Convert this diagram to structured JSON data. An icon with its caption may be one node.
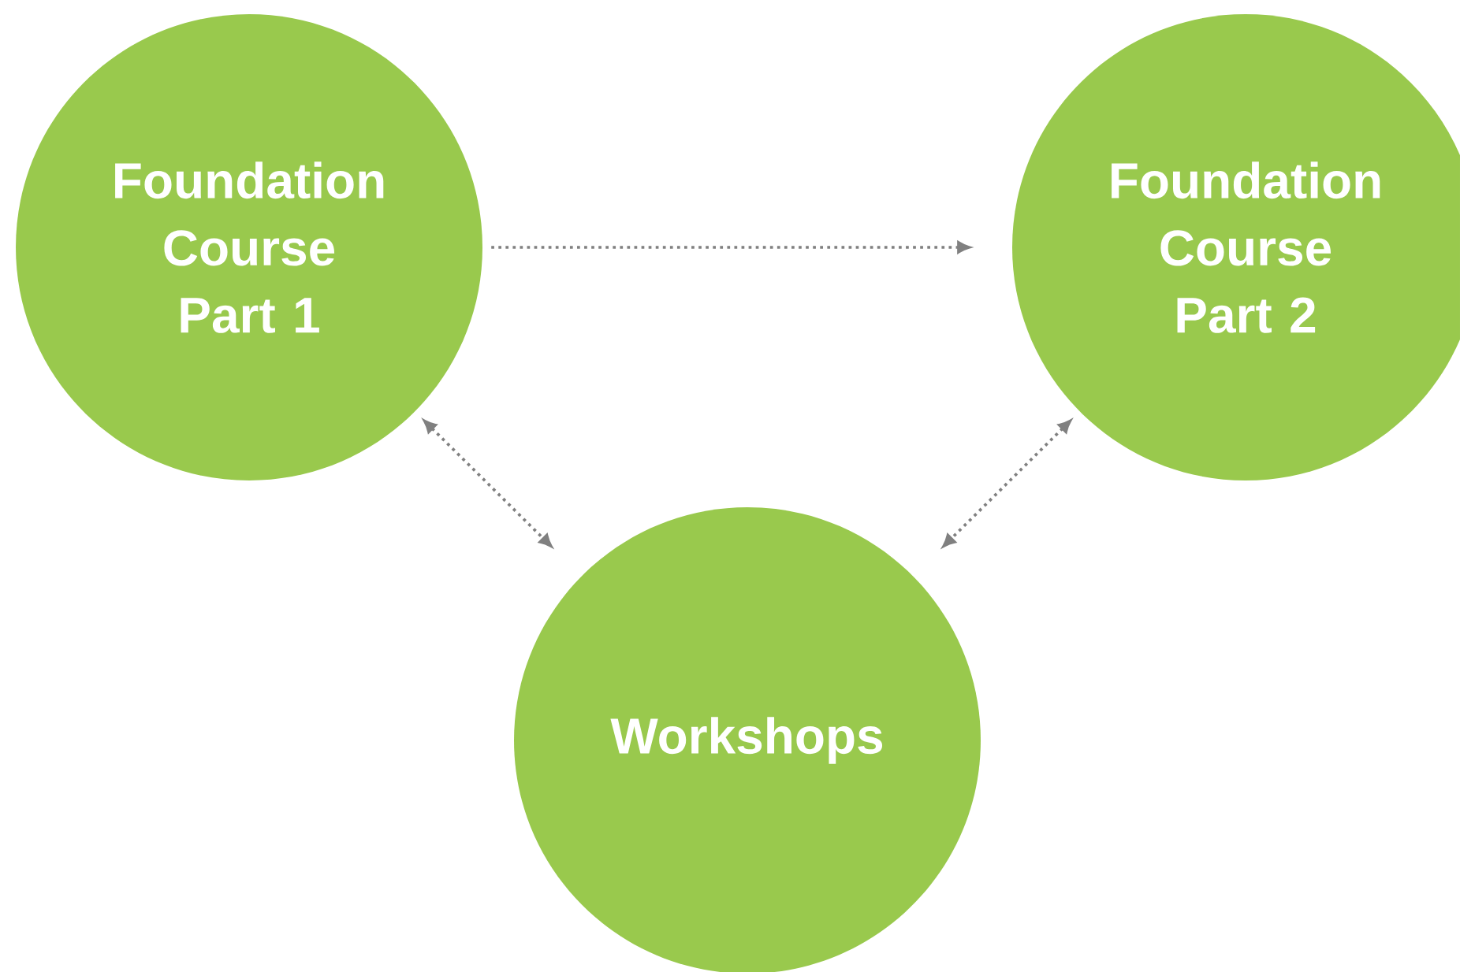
{
  "diagram": {
    "nodes": [
      {
        "text": [
          "Foundation Course Part 1"
        ]
      },
      {
        "text": [
          "Foundation Course Part 2"
        ]
      },
      {
        "text": [
          "Workshops"
        ]
      }
    ],
    "edges": [
      {
        "from": 0,
        "to": 1,
        "arrow": "to"
      },
      {
        "from": 0,
        "to": 2,
        "arrow": "both"
      },
      {
        "from": 1,
        "to": 2,
        "arrow": "both"
      }
    ]
  }
}
